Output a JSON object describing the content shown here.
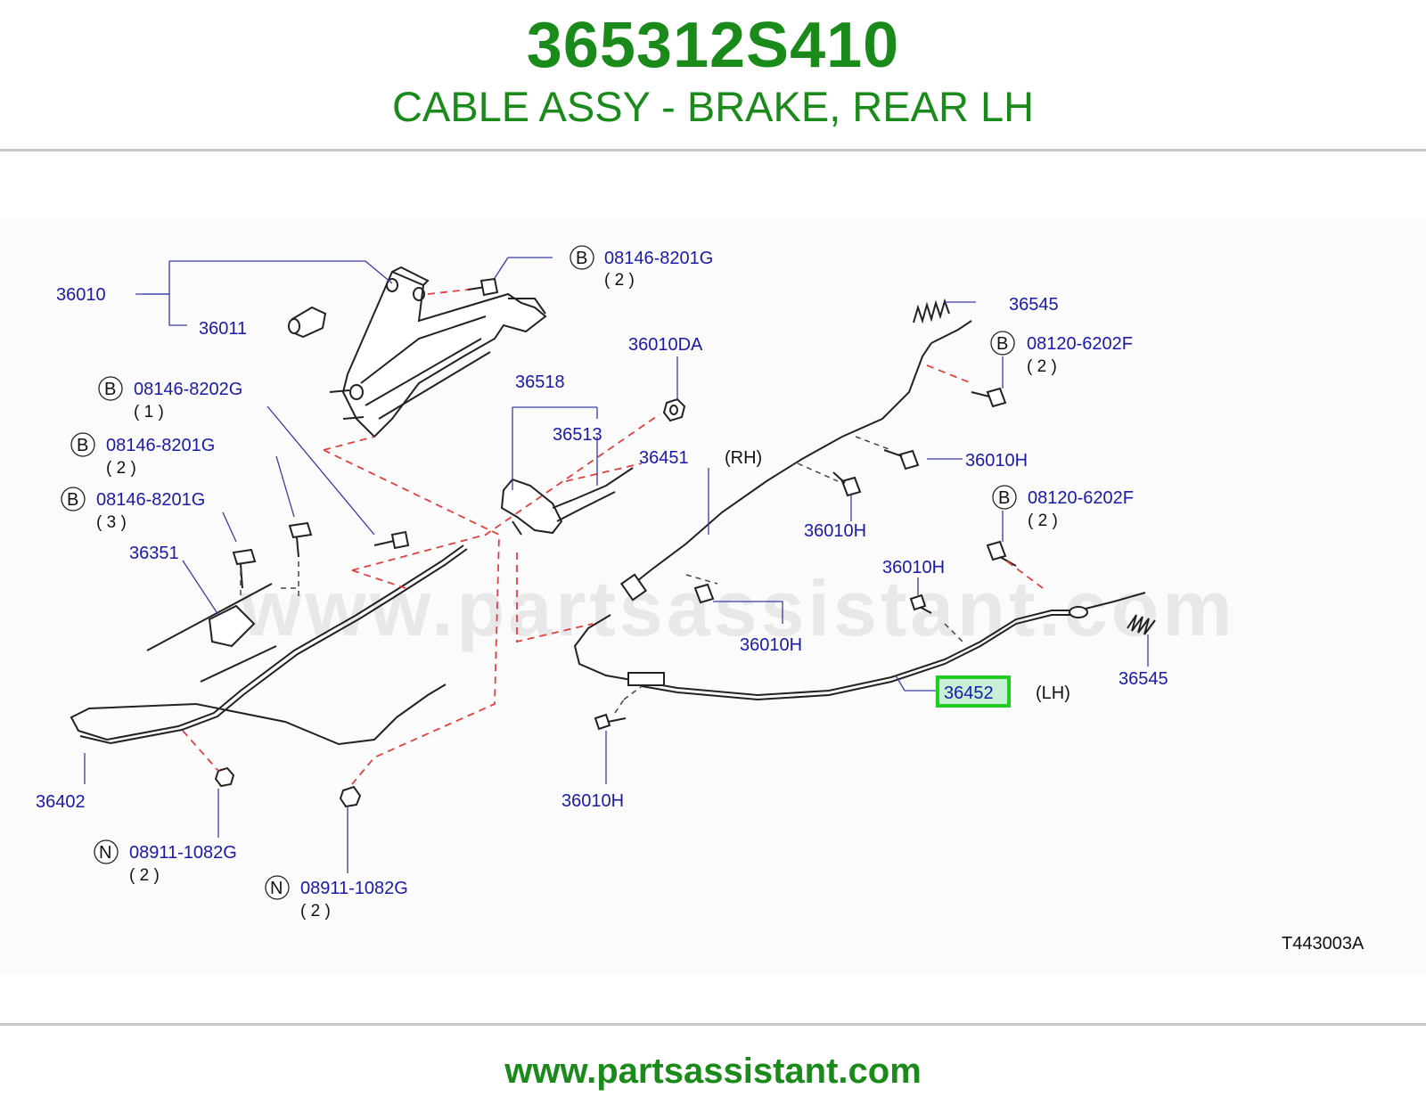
{
  "header": {
    "part_number": "365312S410",
    "description": "CABLE ASSY - BRAKE, REAR LH"
  },
  "diagram": {
    "watermark": "www.partsassistant.com",
    "figure_code": "T443003A",
    "highlighted_part": "36452",
    "labels": {
      "p36010": "36010",
      "p36011": "36011",
      "b08146_8201g_top": "08146-8201G",
      "b08146_8201g_top_qty": "( 2 )",
      "b08146_8202g": "08146-8202G",
      "b08146_8202g_qty": "( 1 )",
      "b08146_8201g_mid": "08146-8201G",
      "b08146_8201g_mid_qty": "( 2 )",
      "b08146_8201g_low": "08146-8201G",
      "b08146_8201g_low_qty": "( 3 )",
      "p36351": "36351",
      "p36402": "36402",
      "n08911_1082g_a": "08911-1082G",
      "n08911_1082g_a_qty": "( 2 )",
      "n08911_1082g_b": "08911-1082G",
      "n08911_1082g_b_qty": "( 2 )",
      "p36010da": "36010DA",
      "p36518": "36518",
      "p36513": "36513",
      "p36451": "36451",
      "rh": "(RH)",
      "p36545_top": "36545",
      "b08120_6202f_top": "08120-6202F",
      "b08120_6202f_top_qty": "( 2 )",
      "p36010h_a": "36010H",
      "p36010h_b": "36010H",
      "b08120_6202f_mid": "08120-6202F",
      "b08120_6202f_mid_qty": "( 2 )",
      "p36010h_c": "36010H",
      "p36010h_d": "36010H",
      "p36545_bot": "36545",
      "p36452": "36452",
      "lh": "(LH)",
      "p36010h_e": "36010H",
      "prefix_b": "B",
      "prefix_n": "N"
    }
  },
  "footer": {
    "url": "www.partsassistant.com"
  },
  "colors": {
    "title_green": "#1a8a1a",
    "label_blue": "#1a1aa8",
    "highlight_green": "#22cc22",
    "highlight_fill": "#c8f0d8",
    "dash_red": "#e04040"
  }
}
